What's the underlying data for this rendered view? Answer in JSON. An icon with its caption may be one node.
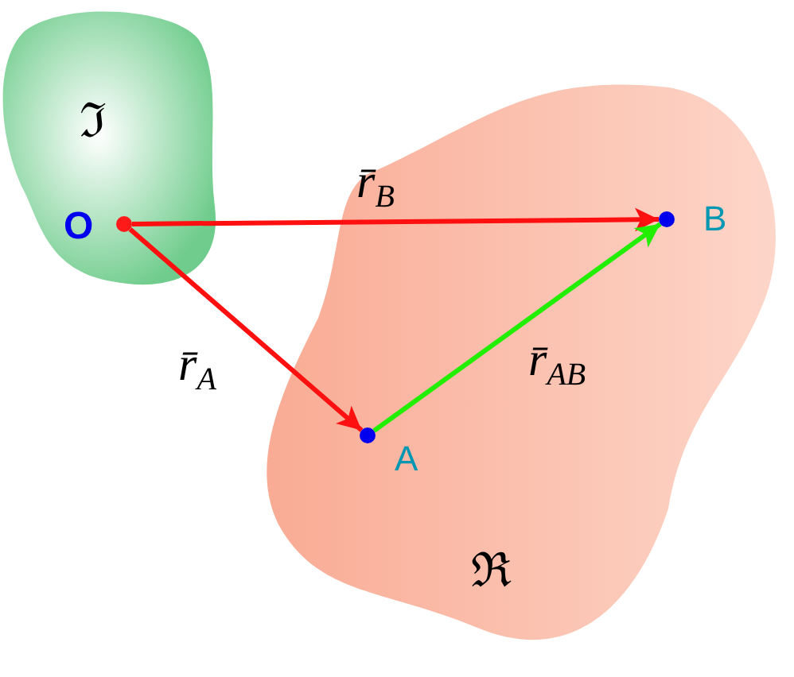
{
  "diagram": {
    "nodes": [
      {
        "text": [
          "ℑ"
        ]
      },
      {
        "text": [
          "ℜ"
        ]
      },
      {
        "text": [],
        "shape": "circle",
        "beside": [
          "O"
        ],
        "in": 0
      },
      {
        "text": [],
        "shape": "circle",
        "beside": [
          "A"
        ],
        "in": 1
      },
      {
        "text": [],
        "shape": "circle",
        "beside": [
          "B"
        ],
        "in": 1
      }
    ],
    "edges": [
      {
        "from": 2,
        "to": 4,
        "arrow": "to",
        "label": "r̄$_{B}$"
      },
      {
        "from": 2,
        "to": 3,
        "arrow": "to",
        "label": "r̄$_{A}$"
      },
      {
        "from": 3,
        "to": 4,
        "arrow": "to",
        "label": "r̄$_{AB}$",
        "color": "#22ee00"
      }
    ]
  }
}
